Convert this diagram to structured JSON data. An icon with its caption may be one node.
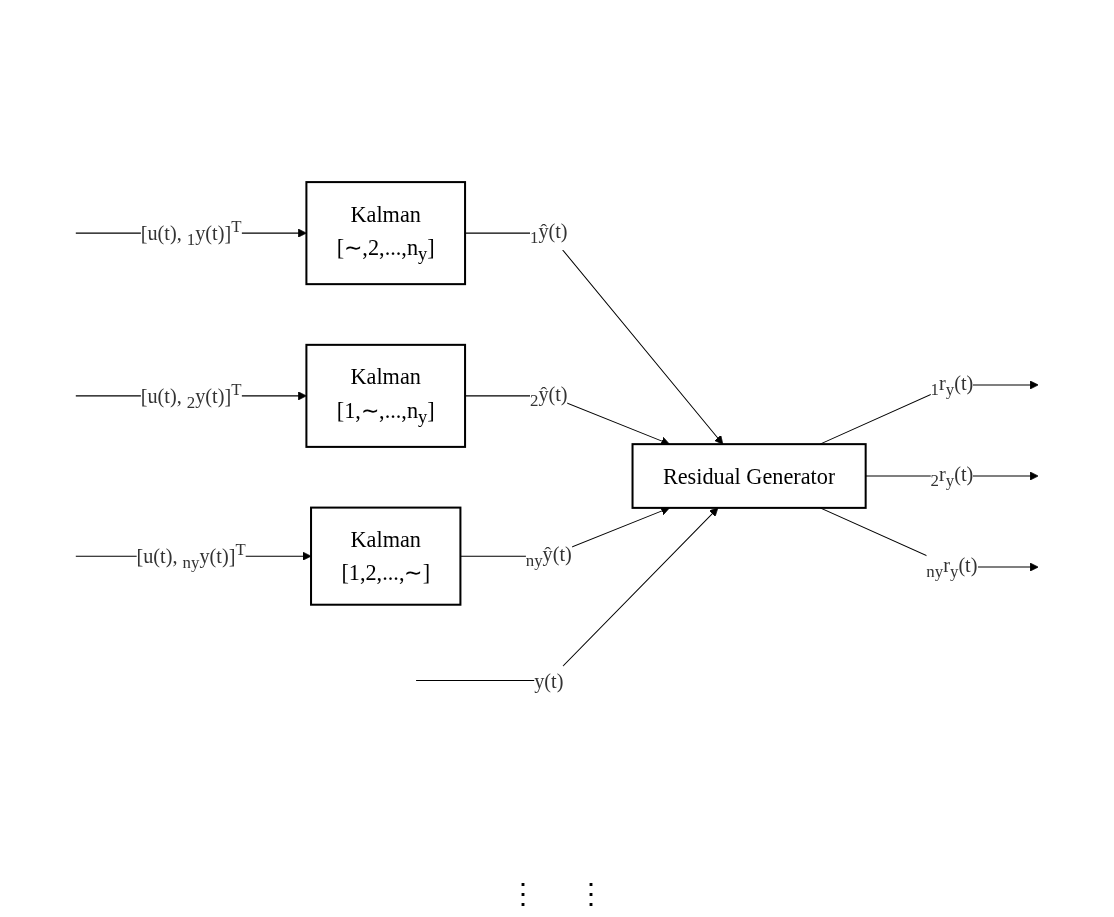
{
  "diagram": {
    "nodes": [
      {
        "text": [
          "Kalman",
          "[∼,2,...,n$_{y}$]"
        ]
      },
      {
        "text": [
          "Kalman",
          "[1,∼,...,n$_{y}$]"
        ]
      },
      {
        "text": [
          "Kalman",
          "[1,2,...,∼]"
        ]
      },
      {
        "text": [
          "Residual Generator"
        ]
      }
    ],
    "edges": [
      {
        "from": null,
        "to": 0,
        "arrow": "to",
        "label": "[u(t), $_{1}$y(t)]$^{T}$"
      },
      {
        "from": null,
        "to": 1,
        "arrow": "to",
        "label": "[u(t), $_{2}$y(t)]$^{T}$"
      },
      {
        "from": null,
        "to": 2,
        "arrow": "to",
        "label": "[u(t), $_{ny}$y(t)]$^{T}$"
      },
      {
        "from": 0,
        "to": 3,
        "arrow": "to",
        "label": "$_{1}$ŷ(t)"
      },
      {
        "from": 1,
        "to": 3,
        "arrow": "to",
        "label": "$_{2}$ŷ(t)"
      },
      {
        "from": 2,
        "to": 3,
        "arrow": "to",
        "label": "$_{ny}$ŷ(t)"
      },
      {
        "from": null,
        "to": 3,
        "arrow": "to",
        "label": "y(t)"
      },
      {
        "from": 3,
        "to": null,
        "arrow": "to",
        "label": "$_{1}$r$_{y}$(t)"
      },
      {
        "from": 3,
        "to": null,
        "arrow": "to",
        "label": "$_{2}$r$_{y}$(t)"
      },
      {
        "from": 3,
        "to": null,
        "arrow": "to",
        "label": "$_{ny}$r$_{y}$(t)"
      }
    ],
    "labels": [
      "⋮",
      "⋮"
    ]
  }
}
